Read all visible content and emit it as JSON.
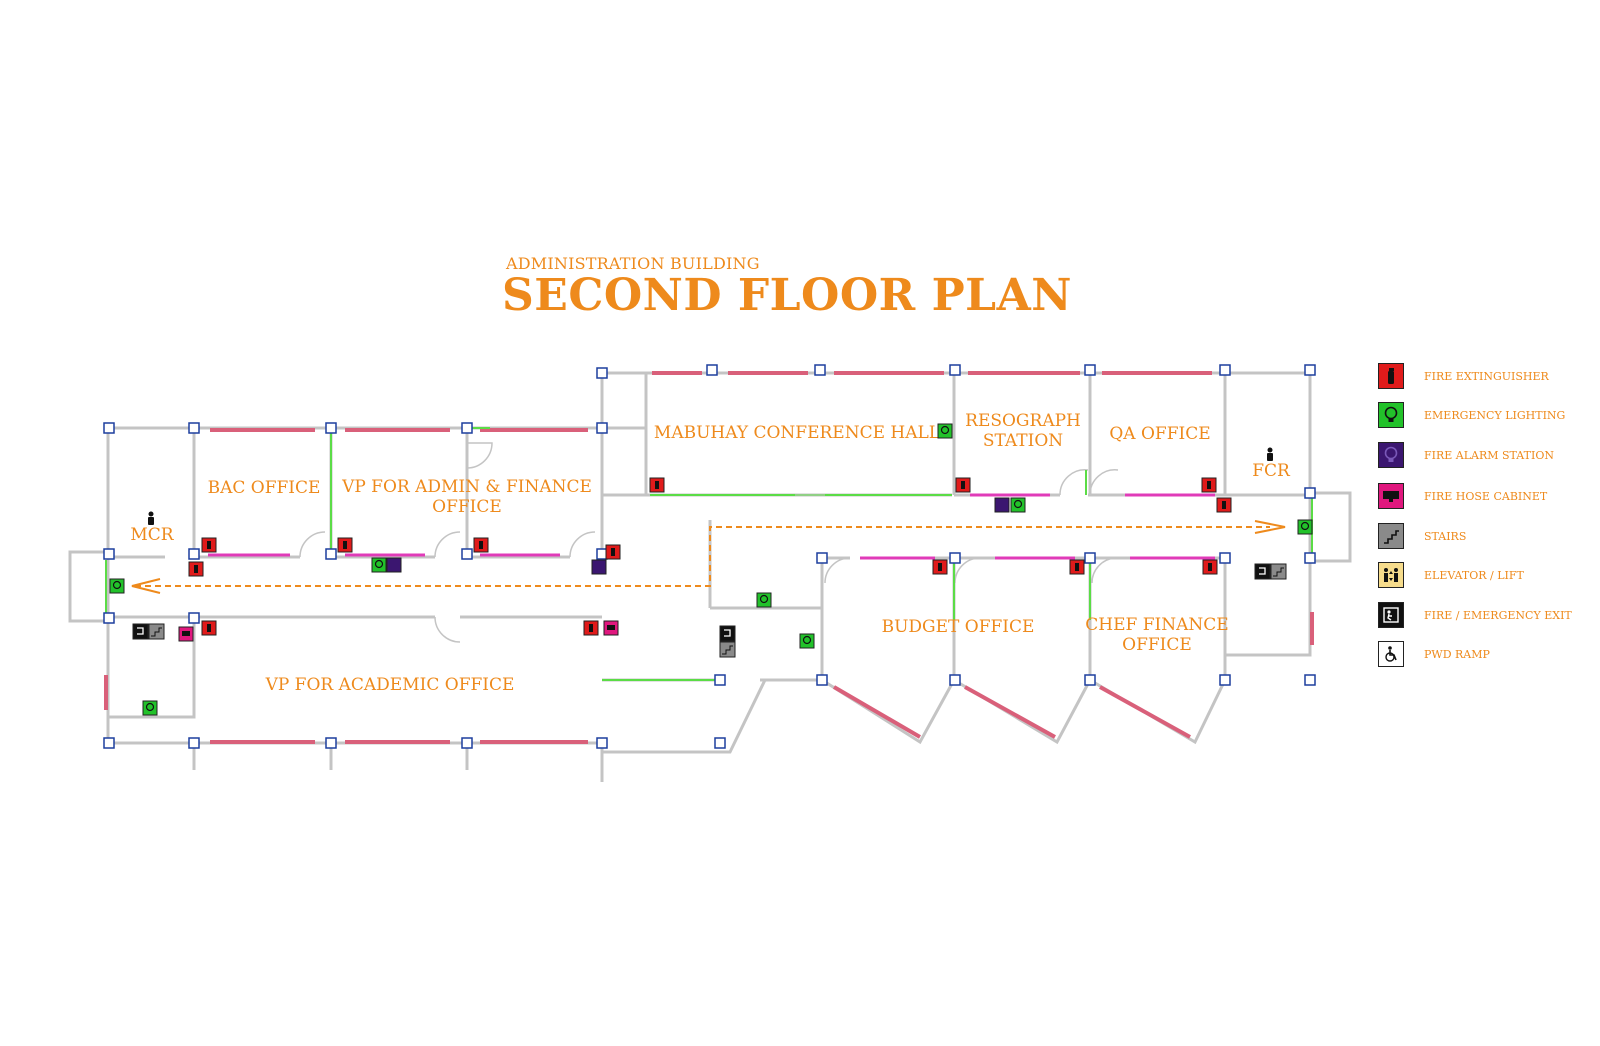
{
  "header": {
    "subtitle": "ADMINISTRATION BUILDING",
    "title": "SECOND FLOOR PLAN"
  },
  "rooms": {
    "bac_office": "BAC OFFICE",
    "vp_admin_line1": "VP FOR ADMIN & FINANCE",
    "vp_admin_line2": "OFFICE",
    "mcr": "MCR",
    "mabuhay": "MABUHAY CONFERENCE HALL",
    "resograph_line1": "RESOGRAPH",
    "resograph_line2": "STATION",
    "qa_office": "QA OFFICE",
    "fcr": "FCR",
    "budget_office": "BUDGET OFFICE",
    "chef_finance_line1": "CHEF FINANCE",
    "chef_finance_line2": "OFFICE",
    "vp_academic": "VP FOR ACADEMIC OFFICE"
  },
  "legend": [
    {
      "label": "FIRE EXTINGUISHER",
      "color": "#e01b1b",
      "icon": "fire-extinguisher-icon"
    },
    {
      "label": "EMERGENCY LIGHTING",
      "color": "#22c22a",
      "icon": "emergency-light-icon"
    },
    {
      "label": "FIRE ALARM STATION",
      "color": "#3b1670",
      "icon": "fire-alarm-icon"
    },
    {
      "label": "FIRE HOSE CABINET",
      "color": "#e0177e",
      "icon": "fire-hose-icon"
    },
    {
      "label": "STAIRS",
      "color": "#8a8a8a",
      "icon": "stairs-icon"
    },
    {
      "label": "ELEVATOR / LIFT",
      "color": "#f6dc8c",
      "icon": "elevator-icon"
    },
    {
      "label": "FIRE / EMERGENCY EXIT",
      "color": "#111111",
      "icon": "emergency-exit-icon"
    },
    {
      "label": "PWD RAMP",
      "color": "#ffffff",
      "icon": "pwd-ramp-icon"
    }
  ],
  "colors": {
    "accent": "#ee8a1c",
    "wall": "#c9c9c9",
    "column": "#1d3f9e",
    "window": "#d84a6a",
    "door_line": "#e03bb8",
    "green_wall": "#4ed84a"
  }
}
